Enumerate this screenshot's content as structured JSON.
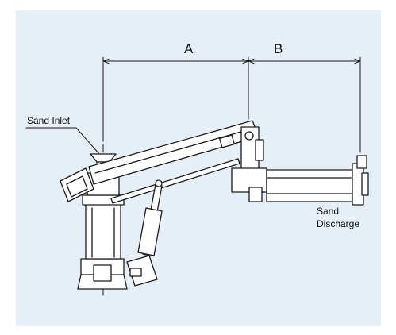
{
  "figure": {
    "background_color": "#e6eef8",
    "line_color": "#1a1a1a",
    "fill_color": "#ffffff",
    "dimensions": [
      {
        "label": "A"
      },
      {
        "label": "B"
      }
    ],
    "callouts": {
      "sand_inlet": "Sand Inlet",
      "sand_discharge_line1": "Sand",
      "sand_discharge_line2": "Discharge"
    }
  }
}
